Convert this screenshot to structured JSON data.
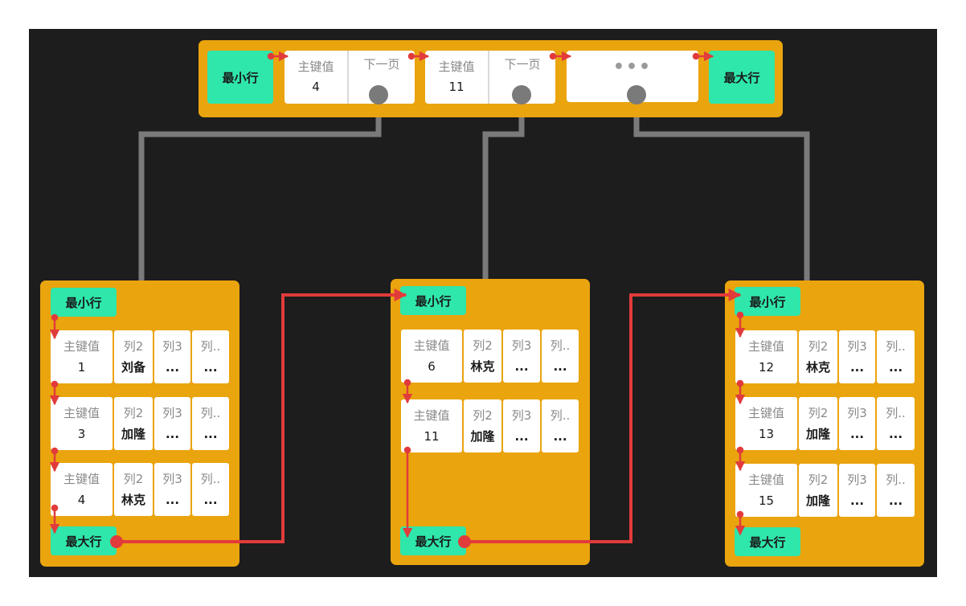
{
  "root": {
    "min_label": "最小行",
    "max_label": "最大行",
    "entries": [
      {
        "key_header": "主键值",
        "key": "4",
        "next_header": "下一页"
      },
      {
        "key_header": "主键值",
        "key": "11",
        "next_header": "下一页"
      }
    ],
    "ellipsis": "•••"
  },
  "leaves": [
    {
      "min_label": "最小行",
      "max_label": "最大行",
      "rows": [
        {
          "h1": "主键值",
          "h2": "列2",
          "h3": "列3",
          "h4": "列..",
          "v1": "1",
          "v2": "刘备",
          "v3": "...",
          "v4": "..."
        },
        {
          "h1": "主键值",
          "h2": "列2",
          "h3": "列3",
          "h4": "列..",
          "v1": "3",
          "v2": "加隆",
          "v3": "...",
          "v4": "..."
        },
        {
          "h1": "主键值",
          "h2": "列2",
          "h3": "列3",
          "h4": "列..",
          "v1": "4",
          "v2": "林克",
          "v3": "...",
          "v4": "..."
        }
      ]
    },
    {
      "min_label": "最小行",
      "max_label": "最大行",
      "rows": [
        {
          "h1": "主键值",
          "h2": "列2",
          "h3": "列3",
          "h4": "列..",
          "v1": "6",
          "v2": "林克",
          "v3": "...",
          "v4": "..."
        },
        {
          "h1": "主键值",
          "h2": "列2",
          "h3": "列3",
          "h4": "列..",
          "v1": "11",
          "v2": "加隆",
          "v3": "...",
          "v4": "..."
        }
      ]
    },
    {
      "min_label": "最小行",
      "max_label": "最大行",
      "rows": [
        {
          "h1": "主键值",
          "h2": "列2",
          "h3": "列3",
          "h4": "列..",
          "v1": "12",
          "v2": "林克",
          "v3": "...",
          "v4": "..."
        },
        {
          "h1": "主键值",
          "h2": "列2",
          "h3": "列3",
          "h4": "列..",
          "v1": "13",
          "v2": "加隆",
          "v3": "...",
          "v4": "..."
        },
        {
          "h1": "主键值",
          "h2": "列2",
          "h3": "列3",
          "h4": "列..",
          "v1": "15",
          "v2": "加隆",
          "v3": "...",
          "v4": "..."
        }
      ]
    }
  ],
  "colors": {
    "background": "#1d1d1d",
    "panel": "#eaa40e",
    "marker": "#2fe6ab",
    "link_red": "#e23b3b",
    "pointer_gray": "#7a7a7a"
  }
}
